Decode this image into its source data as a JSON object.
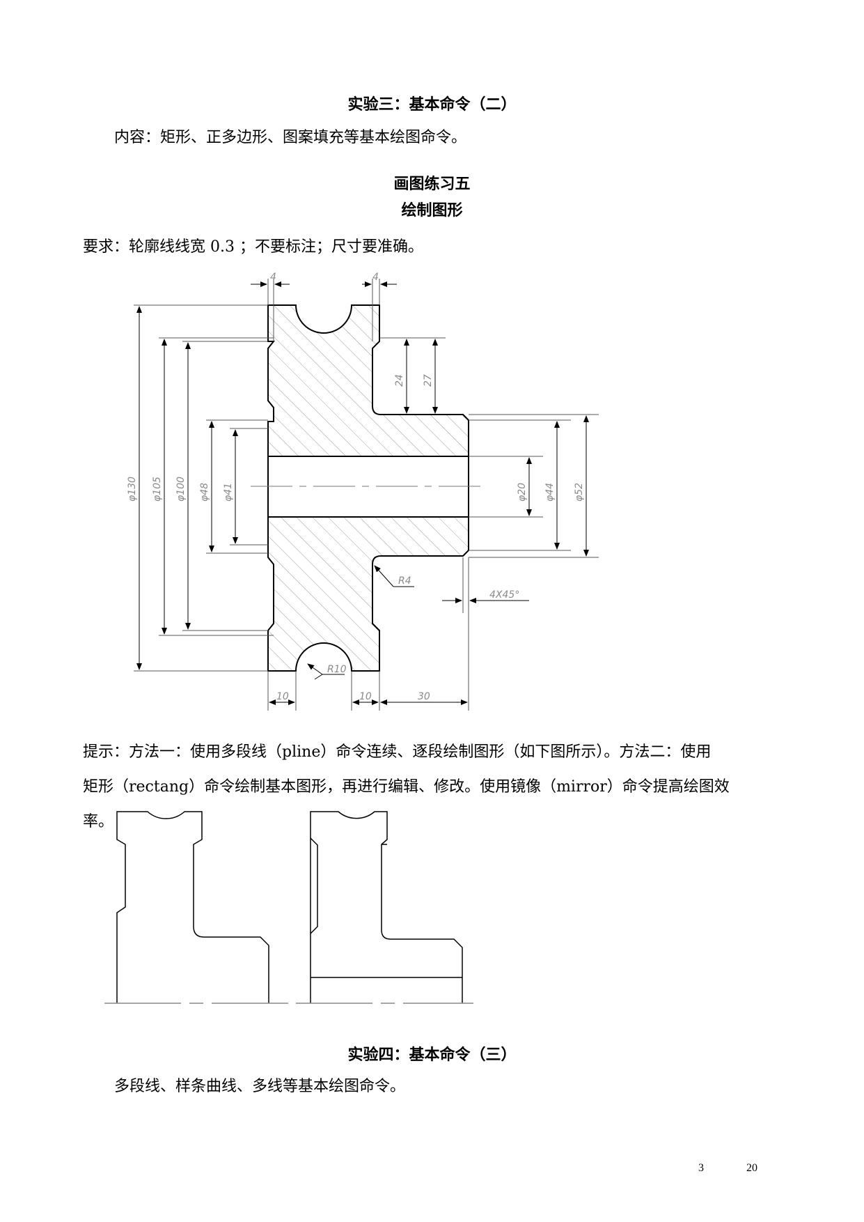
{
  "section3": {
    "title": "实验三：基本命令（二）",
    "content": "内容：矩形、正多边形、图案填充等基本绘图命令。"
  },
  "exercise": {
    "title": "画图练习五",
    "subtitle": "绘制图形",
    "requirement": "要求：轮廓线线宽 0.3 ；不要标注；尺寸要准确。"
  },
  "drawing": {
    "dims": [
      "4",
      "4",
      "24",
      "27",
      "φ130",
      "φ105",
      "φ100",
      "φ48",
      "φ41",
      "φ20",
      "φ44",
      "φ52",
      "R4",
      "4X45°",
      "R10",
      "10",
      "10",
      "30"
    ]
  },
  "hint": {
    "line1": "提示：方法一：使用多段线（pline）命令连续、逐段绘制图形（如下图所示）。方法二：使用",
    "line2": "矩形（rectang）命令绘制基本图形，再进行编辑、修改。使用镜像（mirror）命令提高绘图效",
    "line3": "率。"
  },
  "section4": {
    "title": "实验四：基本命令（三）",
    "content": "多段线、样条曲线、多线等基本绘图命令。"
  },
  "page": {
    "current": "3",
    "total": "20"
  }
}
